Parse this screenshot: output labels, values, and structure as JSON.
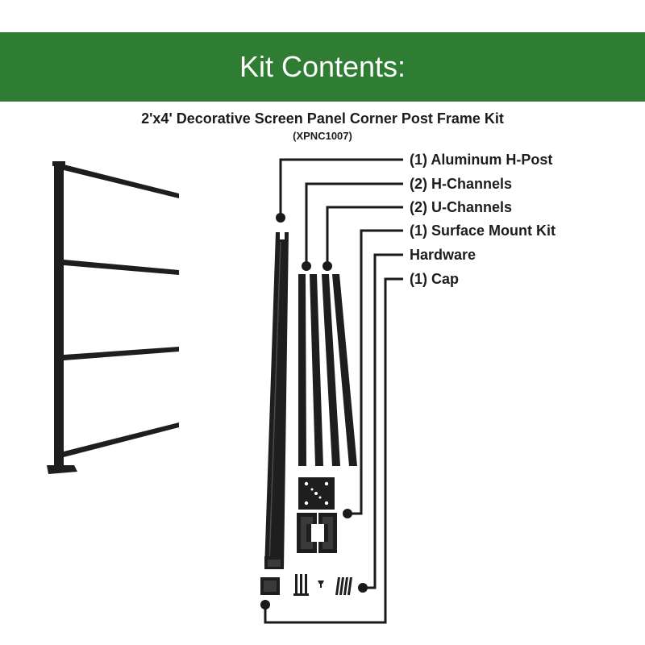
{
  "banner": {
    "title": "Kit Contents:",
    "color": "#2e7d32"
  },
  "kit": {
    "title": "2'x4' Decorative Screen Panel Corner Post Frame Kit",
    "code": "(XPNC1007)"
  },
  "items": [
    {
      "label": "(1) Aluminum H-Post"
    },
    {
      "label": "(2) H-Channels"
    },
    {
      "label": "(2) U-Channels"
    },
    {
      "label": "(1) Surface Mount Kit"
    },
    {
      "label": "Hardware"
    },
    {
      "label": "(1) Cap"
    }
  ],
  "colors": {
    "part": "#1e1e1e",
    "leader": "#1a1a1a"
  }
}
